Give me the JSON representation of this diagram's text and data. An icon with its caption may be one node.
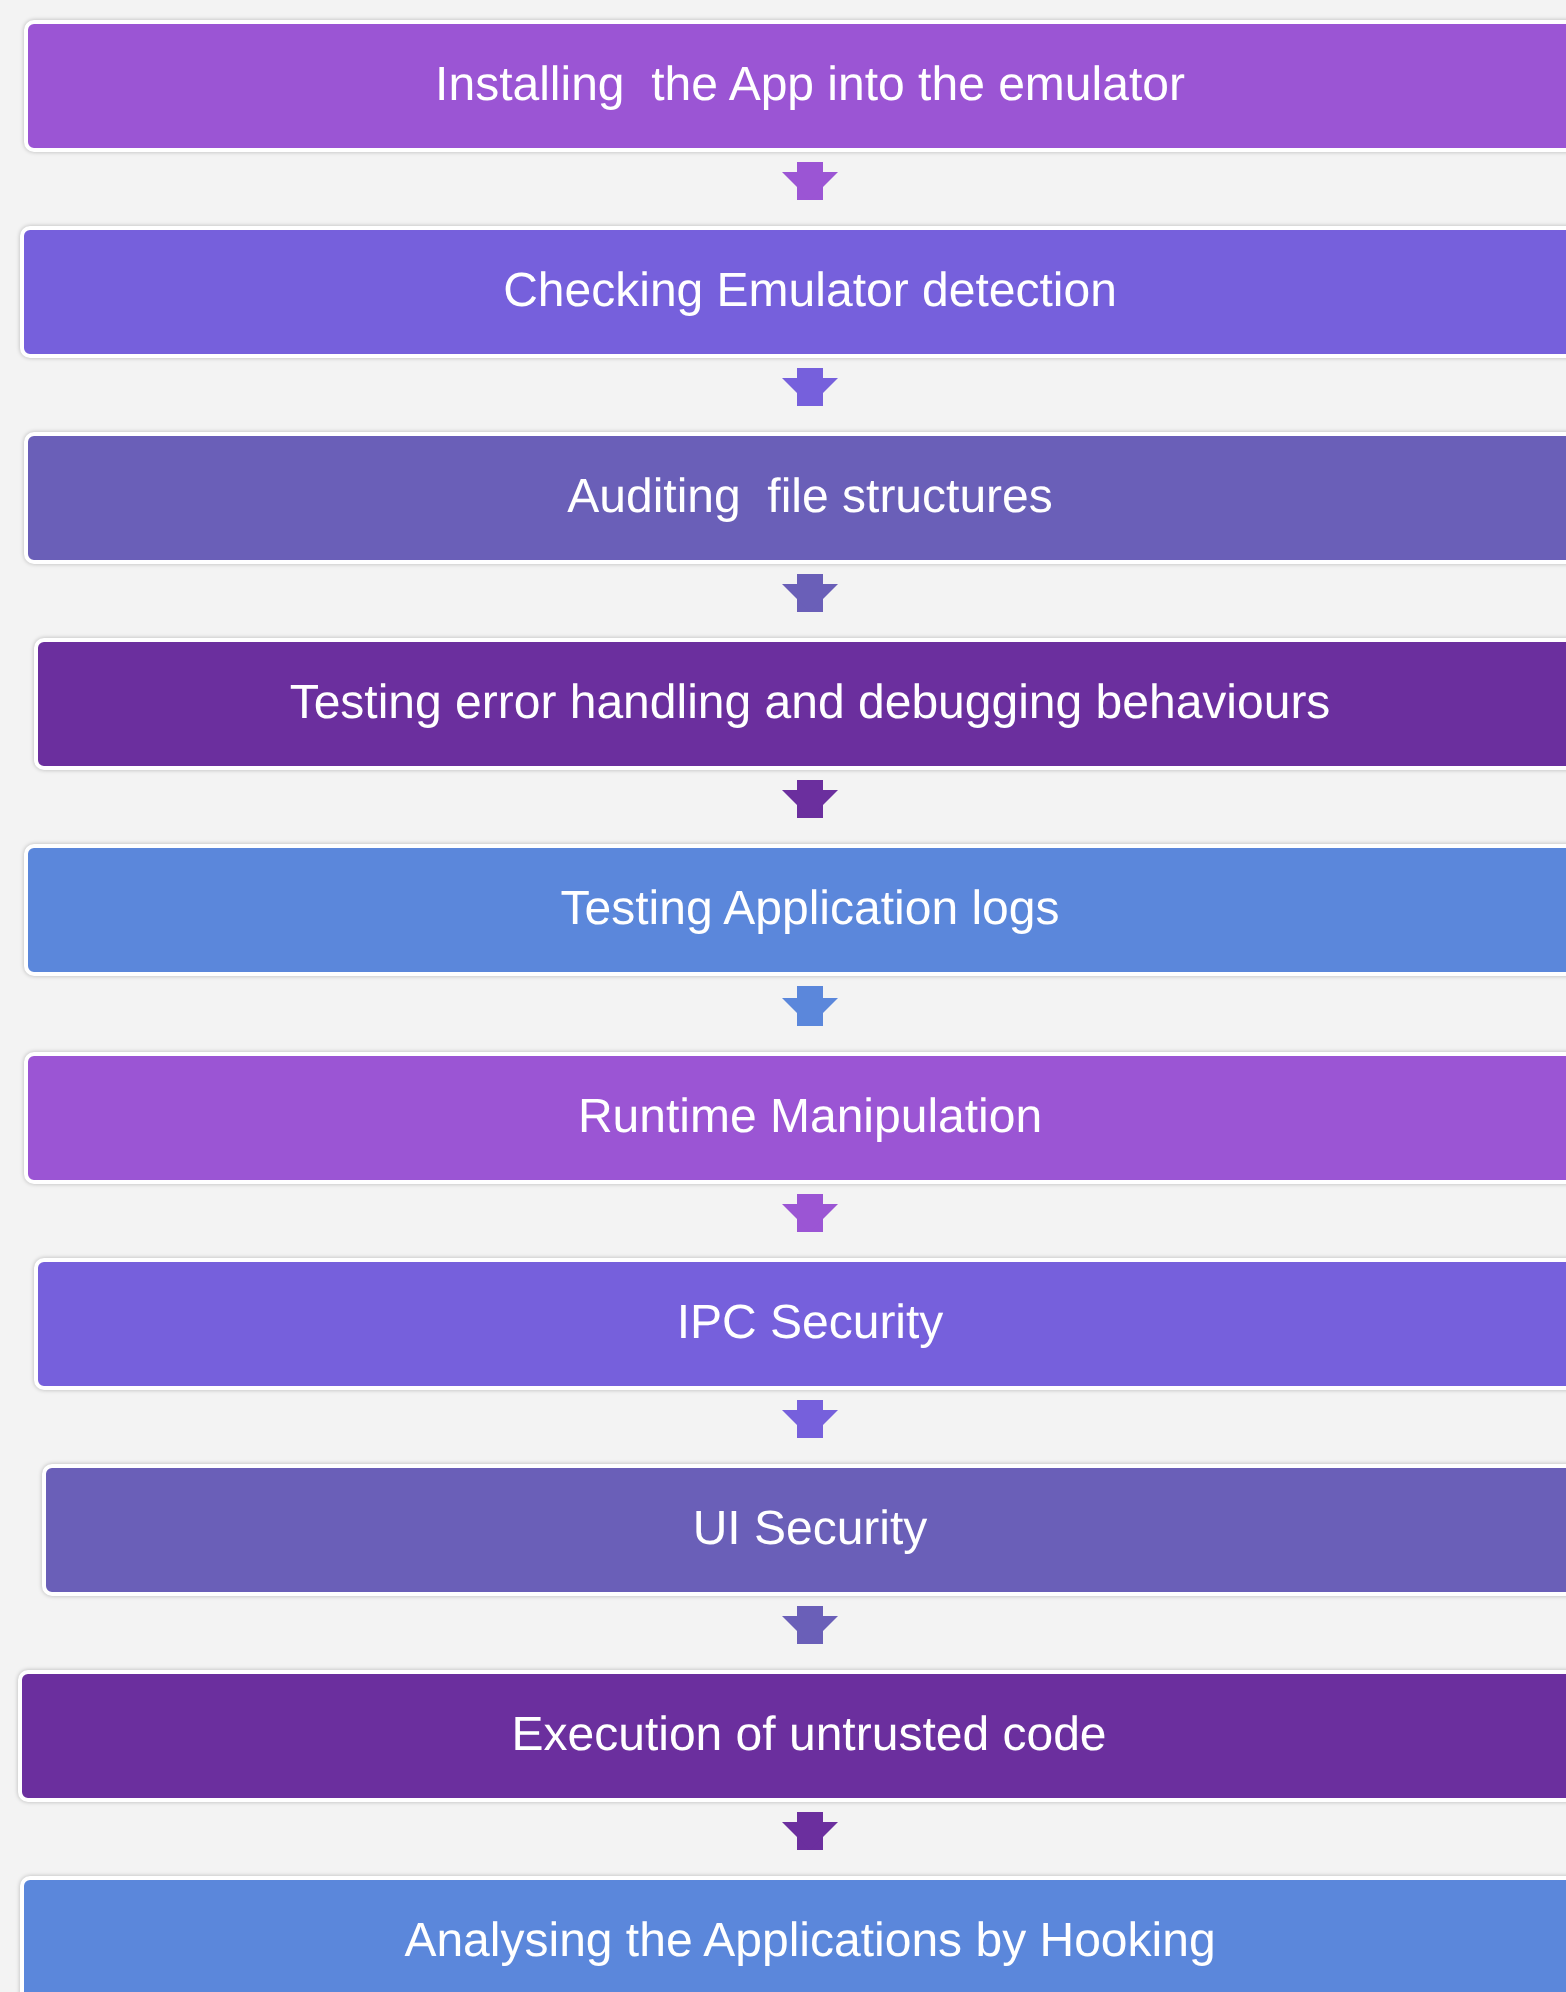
{
  "diagram": {
    "nodes": [
      {
        "text": [
          "Installing  the App into the emulator"
        ]
      },
      {
        "text": [
          "Checking Emulator detection"
        ]
      },
      {
        "text": [
          "Auditing  file structures"
        ]
      },
      {
        "text": [
          "Testing error handling and debugging behaviours"
        ]
      },
      {
        "text": [
          "Testing Application logs"
        ]
      },
      {
        "text": [
          "Runtime Manipulation"
        ]
      },
      {
        "text": [
          "IPC Security"
        ]
      },
      {
        "text": [
          "UI Security"
        ]
      },
      {
        "text": [
          "Execution of untrusted code"
        ]
      },
      {
        "text": [
          "Analysing the Applications by Hooking"
        ]
      }
    ],
    "edges": [
      {
        "from": 0,
        "to": 1,
        "arrow": "to",
        "color": "#9b55d4"
      },
      {
        "from": 1,
        "to": 2,
        "arrow": "to",
        "color": "#7660dc"
      },
      {
        "from": 2,
        "to": 3,
        "arrow": "to",
        "color": "#6a5fb8"
      },
      {
        "from": 3,
        "to": 4,
        "arrow": "to",
        "color": "#6b2f9e"
      },
      {
        "from": 4,
        "to": 5,
        "arrow": "to",
        "color": "#5b87db"
      },
      {
        "from": 5,
        "to": 6,
        "arrow": "to",
        "color": "#9b55d4"
      },
      {
        "from": 6,
        "to": 7,
        "arrow": "to",
        "color": "#7660dc"
      },
      {
        "from": 7,
        "to": 8,
        "arrow": "to",
        "color": "#6a5fb8"
      },
      {
        "from": 8,
        "to": 9,
        "arrow": "to",
        "color": "#6b2f9e"
      }
    ]
  }
}
